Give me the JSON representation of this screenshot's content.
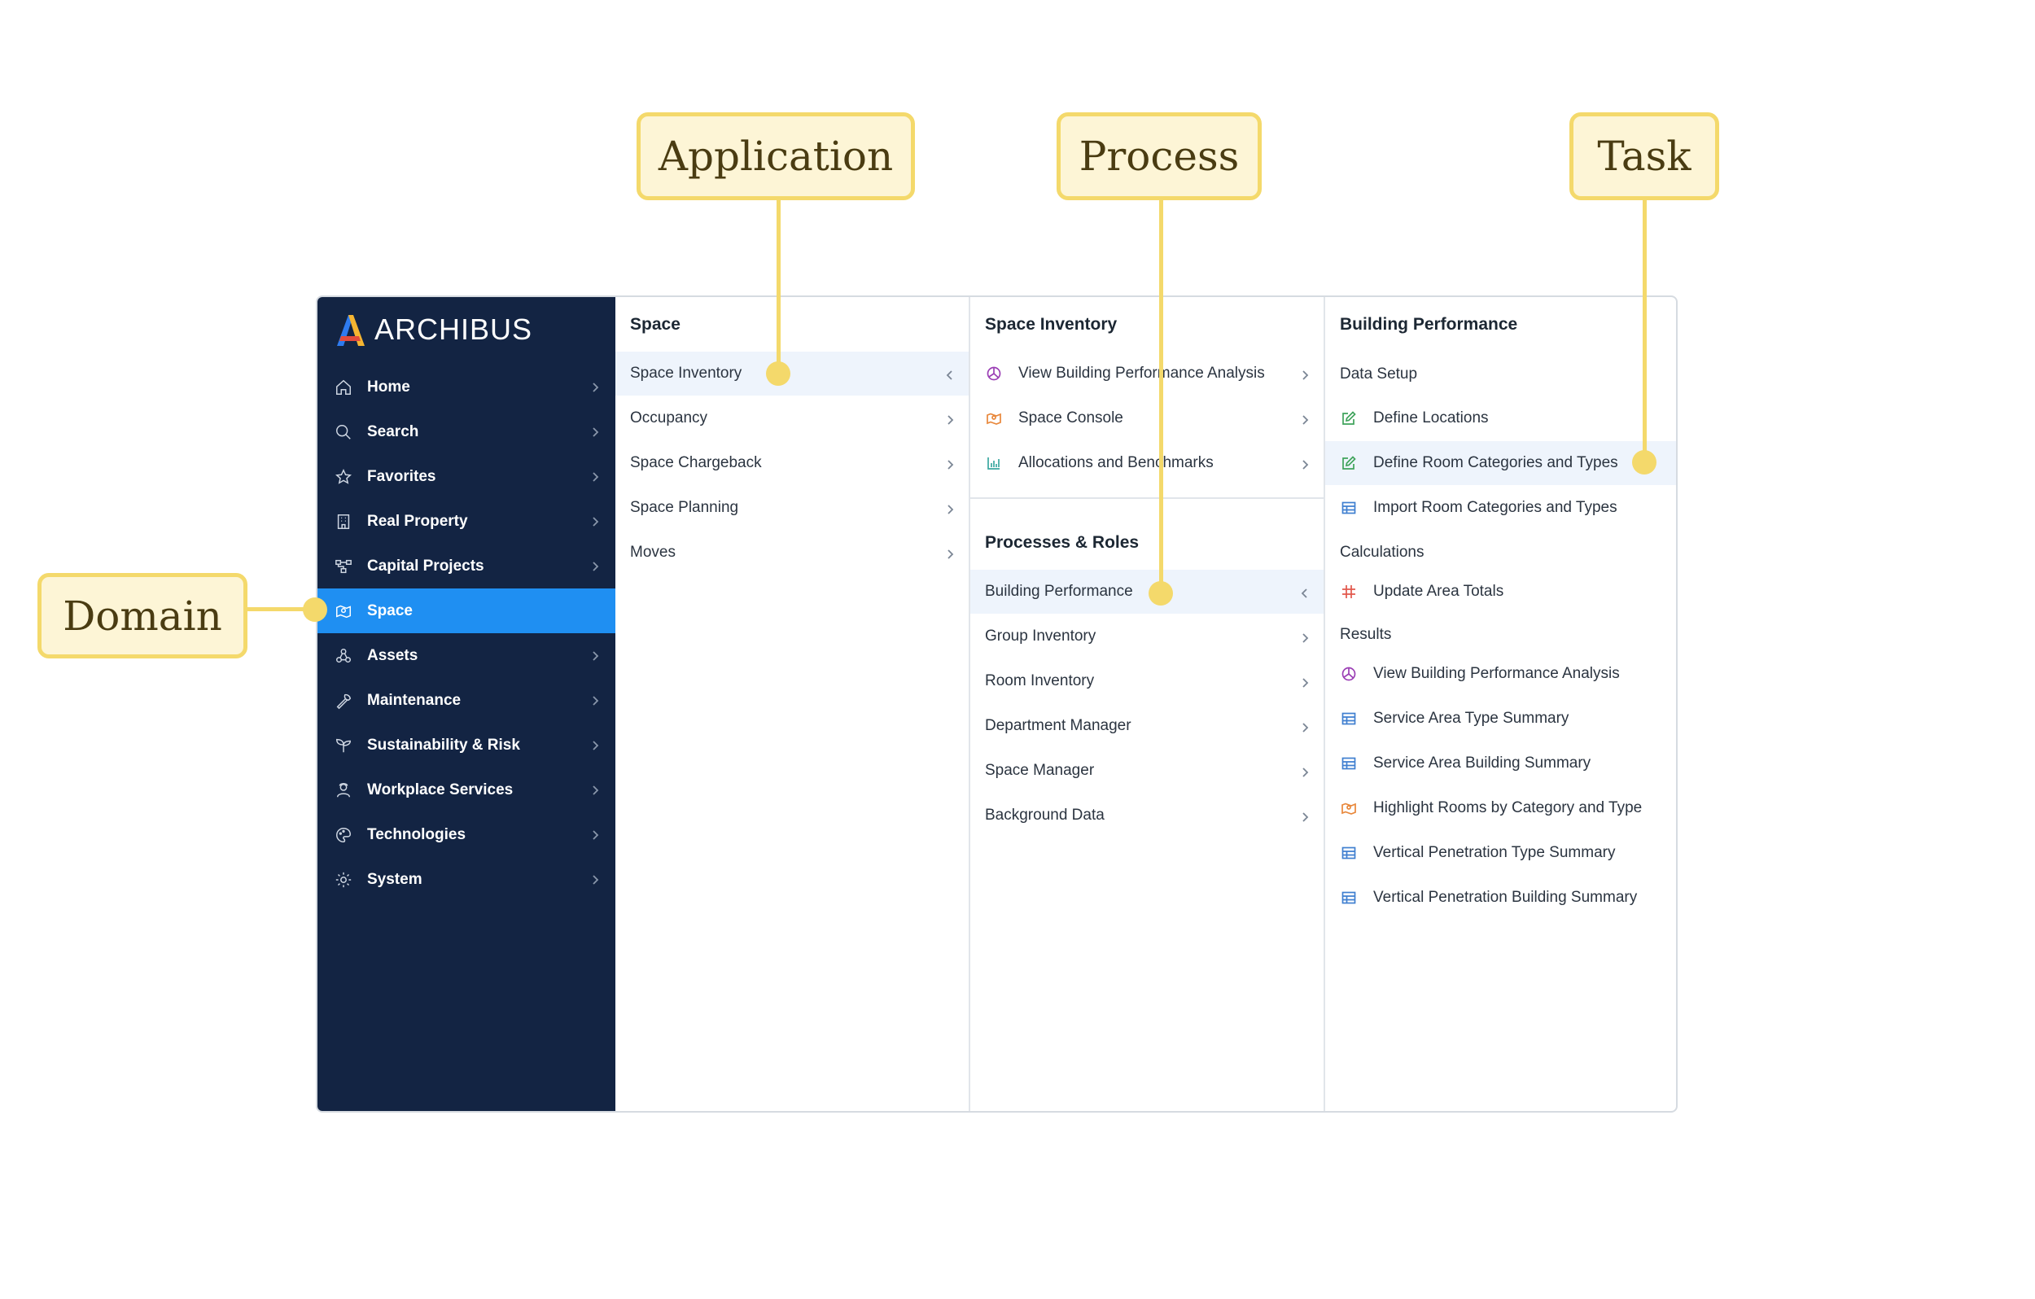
{
  "brand": {
    "name": "ARCHIBUS"
  },
  "sidebar": {
    "items": [
      {
        "label": "Home",
        "icon": "home-icon"
      },
      {
        "label": "Search",
        "icon": "search-icon"
      },
      {
        "label": "Favorites",
        "icon": "star-icon"
      },
      {
        "label": "Real Property",
        "icon": "building-icon"
      },
      {
        "label": "Capital Projects",
        "icon": "network-icon"
      },
      {
        "label": "Space",
        "icon": "map-icon",
        "active": true
      },
      {
        "label": "Assets",
        "icon": "assets-icon"
      },
      {
        "label": "Maintenance",
        "icon": "wrench-icon"
      },
      {
        "label": "Sustainability & Risk",
        "icon": "sprout-icon"
      },
      {
        "label": "Workplace Services",
        "icon": "person-icon"
      },
      {
        "label": "Technologies",
        "icon": "palette-icon"
      },
      {
        "label": "System",
        "icon": "gear-icon"
      }
    ]
  },
  "applications": {
    "title": "Space",
    "items": [
      "Space Inventory",
      "Occupancy",
      "Space Chargeback",
      "Space Planning",
      "Moves"
    ],
    "selected": "Space Inventory"
  },
  "processes": {
    "title": "Space Inventory",
    "items": [
      {
        "label": "View Building Performance Analysis",
        "icon": "pie-chart-icon"
      },
      {
        "label": "Space Console",
        "icon": "map-icon"
      },
      {
        "label": "Allocations and Benchmarks",
        "icon": "bar-chart-icon"
      }
    ],
    "roles_title": "Processes & Roles",
    "roles": [
      "Building Performance",
      "Group Inventory",
      "Room Inventory",
      "Department Manager",
      "Space Manager",
      "Background Data"
    ],
    "selected": "Building Performance"
  },
  "tasks": {
    "title": "Building Performance",
    "sections": [
      {
        "label": "Data Setup",
        "items": [
          {
            "label": "Define Locations",
            "icon": "edit-icon"
          },
          {
            "label": "Define Room Categories and Types",
            "icon": "edit-icon",
            "selected": true
          },
          {
            "label": "Import Room Categories and Types",
            "icon": "table-icon"
          }
        ]
      },
      {
        "label": "Calculations",
        "items": [
          {
            "label": "Update Area Totals",
            "icon": "grid-hash-icon"
          }
        ]
      },
      {
        "label": "Results",
        "items": [
          {
            "label": "View Building Performance Analysis",
            "icon": "pie-chart-icon"
          },
          {
            "label": "Service Area Type Summary",
            "icon": "table-icon"
          },
          {
            "label": "Service Area Building Summary",
            "icon": "table-icon"
          },
          {
            "label": "Highlight Rooms by Category and Type",
            "icon": "map-icon"
          },
          {
            "label": "Vertical Penetration Type Summary",
            "icon": "table-icon"
          },
          {
            "label": "Vertical Penetration Building Summary",
            "icon": "table-icon"
          }
        ]
      }
    ]
  },
  "callouts": {
    "domain": "Domain",
    "application": "Application",
    "process": "Process",
    "task": "Task"
  },
  "colors": {
    "sidebar_bg": "#132443",
    "active_blue": "#1f8ff2",
    "callout_fill": "#fdf5d6",
    "callout_border": "#f4d96b",
    "icon_purple": "#9b3fb5",
    "icon_orange": "#e8873a",
    "icon_teal": "#3aa8a0",
    "icon_green": "#3fa35b",
    "icon_blue": "#3f7fd0",
    "icon_red": "#e2574c"
  }
}
